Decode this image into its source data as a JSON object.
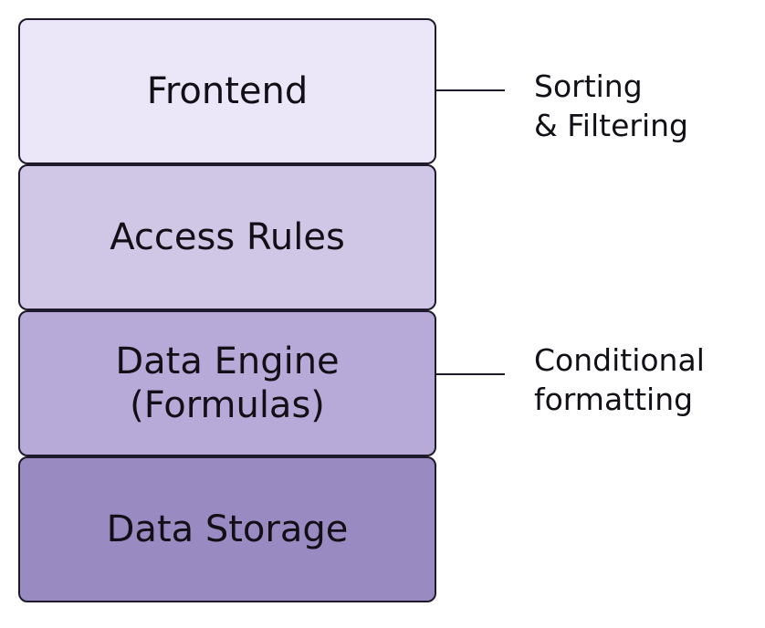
{
  "layers": [
    {
      "label": "Frontend",
      "color": "#ebe6f8"
    },
    {
      "label": "Access Rules",
      "color": "#d0c6e6"
    },
    {
      "label": "Data Engine\n(Formulas)",
      "color": "#b8aad8"
    },
    {
      "label": "Data Storage",
      "color": "#998ac2"
    }
  ],
  "annotations": [
    {
      "text": "Sorting\n& Filtering"
    },
    {
      "text": "Conditional\nformatting"
    }
  ]
}
